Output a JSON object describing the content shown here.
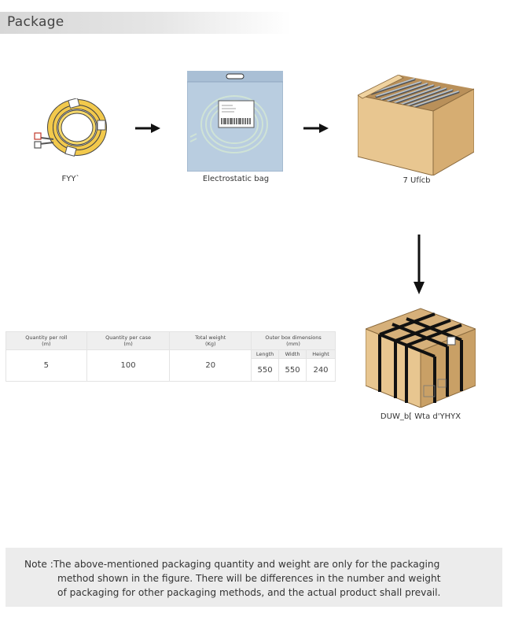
{
  "header": {
    "title": "Package"
  },
  "steps": [
    {
      "label": "FYY`",
      "icon": "cable-coil-icon"
    },
    {
      "label": "Electrostatic bag",
      "icon": "electrostatic-bag-icon"
    },
    {
      "label": "7 Ufícb",
      "icon": "open-carton-icon"
    },
    {
      "label": "DUW_b[ Wta d'YHYX",
      "icon": "strapped-carton-icon"
    }
  ],
  "table": {
    "headers": {
      "qty_roll": "Quantity per roll\n(m)",
      "qty_case": "Quantity per case\n(m)",
      "total_weight": "Total weight\n(Kg)",
      "outer_box": "Outer box dimensions\n(mm)"
    },
    "sub_headers": {
      "length": "Length",
      "width": "Width",
      "height": "Height"
    },
    "values": {
      "qty_roll": "5",
      "qty_case": "100",
      "total_weight": "20",
      "length": "550",
      "width": "550",
      "height": "240"
    }
  },
  "note": {
    "line1": "Note :The above-mentioned packaging quantity and weight are only for the packaging",
    "line2": "method shown in the figure. There will be differences in the number and weight",
    "line3": "of packaging for other packaging methods, and the actual product shall prevail."
  }
}
